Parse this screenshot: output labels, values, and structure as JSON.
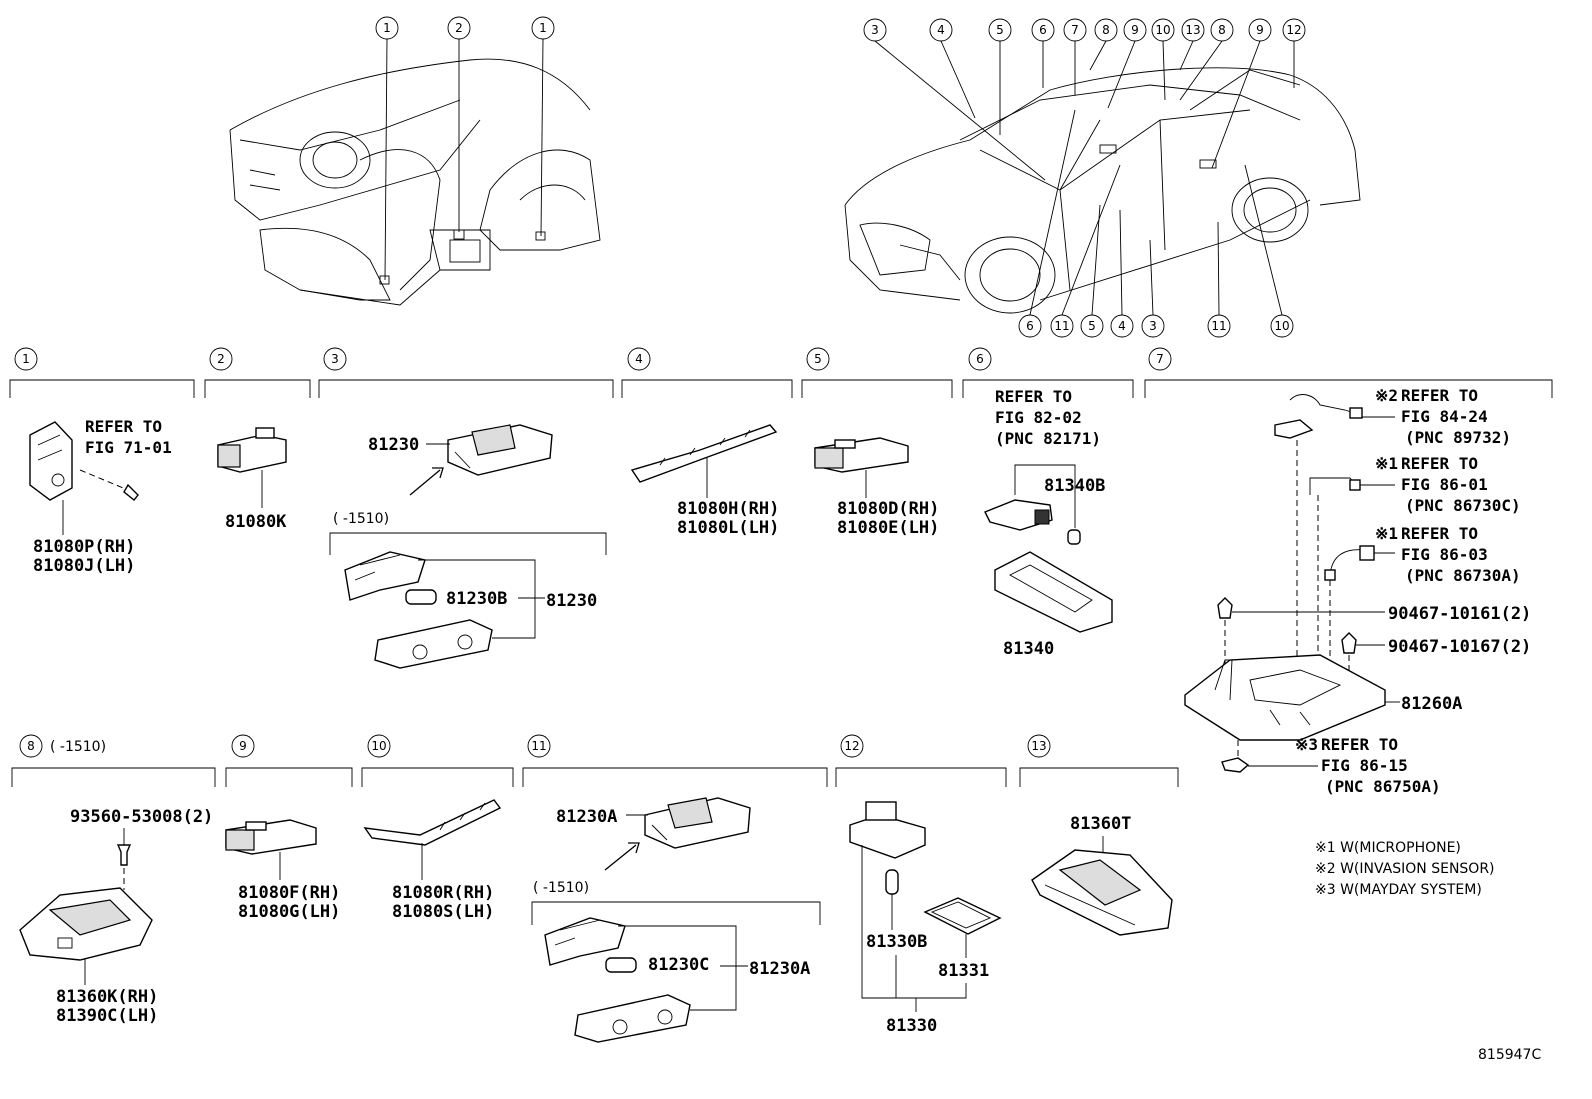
{
  "diagram_id": "815947C",
  "callouts_interior": [
    "1",
    "2",
    "1"
  ],
  "callouts_car_top": [
    "3",
    "4",
    "5",
    "6",
    "7",
    "8",
    "9",
    "10",
    "13",
    "8",
    "9",
    "12"
  ],
  "callouts_car_bottom": [
    "6",
    "11",
    "5",
    "4",
    "3",
    "11",
    "10"
  ],
  "sections": {
    "s1": {
      "num": "1",
      "ref": [
        "REFER TO",
        "FIG 71-01"
      ],
      "parts": [
        "81080P(RH)",
        "81080J(LH)"
      ]
    },
    "s2": {
      "num": "2",
      "parts": [
        "81080K"
      ]
    },
    "s3": {
      "num": "3",
      "parts": [
        "81230",
        "81230B",
        "81230"
      ],
      "date": "(      -1510)"
    },
    "s4": {
      "num": "4",
      "parts": [
        "81080H(RH)",
        "81080L(LH)"
      ]
    },
    "s5": {
      "num": "5",
      "parts": [
        "81080D(RH)",
        "81080E(LH)"
      ]
    },
    "s6": {
      "num": "6",
      "ref": [
        "REFER TO",
        "FIG 82-02",
        "(PNC 82171)"
      ],
      "parts": [
        "81340B",
        "81340"
      ]
    },
    "s7": {
      "num": "7",
      "refs": [
        {
          "mark": "※2",
          "lines": [
            "REFER TO",
            "FIG 84-24",
            "(PNC 89732)"
          ]
        },
        {
          "mark": "※1",
          "lines": [
            "REFER TO",
            "FIG 86-01",
            "(PNC 86730C)"
          ]
        },
        {
          "mark": "※1",
          "lines": [
            "REFER TO",
            "FIG 86-03",
            "(PNC 86730A)"
          ]
        },
        {
          "mark": "※3",
          "lines": [
            "REFER TO",
            "FIG 86-15",
            "(PNC 86750A)"
          ]
        }
      ],
      "parts": [
        "90467-10161(2)",
        "90467-10167(2)",
        "81260A"
      ]
    },
    "s8": {
      "num": "8",
      "date": "(      -1510)",
      "parts": [
        "93560-53008(2)",
        "81360K(RH)",
        "81390C(LH)"
      ]
    },
    "s9": {
      "num": "9",
      "parts": [
        "81080F(RH)",
        "81080G(LH)"
      ]
    },
    "s10": {
      "num": "10",
      "parts": [
        "81080R(RH)",
        "81080S(LH)"
      ]
    },
    "s11": {
      "num": "11",
      "parts": [
        "81230A",
        "81230C",
        "81230A"
      ],
      "date": "(      -1510)"
    },
    "s12": {
      "num": "12",
      "parts": [
        "81330B",
        "81331",
        "81330"
      ]
    },
    "s13": {
      "num": "13",
      "parts": [
        "81360T"
      ]
    }
  },
  "notes": [
    "※1 W(MICROPHONE)",
    "※2 W(INVASION SENSOR)",
    "※3 W(MAYDAY SYSTEM)"
  ]
}
